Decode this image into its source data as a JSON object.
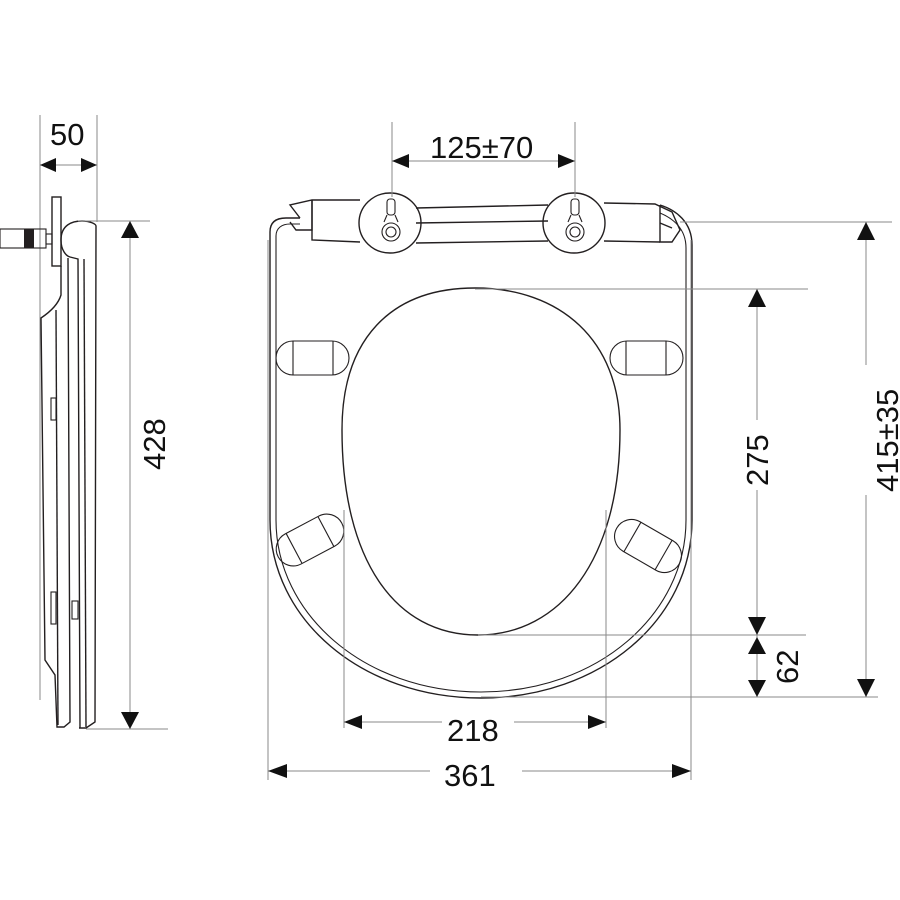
{
  "drawing": {
    "title": "Toilet seat dimension drawing",
    "views": [
      "side-profile",
      "top-view"
    ],
    "units": "mm"
  },
  "dimensions": {
    "side_depth": "50",
    "side_length": "428",
    "hinge_spacing": "125±70",
    "inner_opening_length": "275",
    "front_rim": "62",
    "overall_length": "415±35",
    "inner_opening_width": "218",
    "overall_width": "361"
  },
  "colors": {
    "line": "#231f20",
    "dimension_line": "#8a8a8a",
    "background": "#ffffff"
  }
}
